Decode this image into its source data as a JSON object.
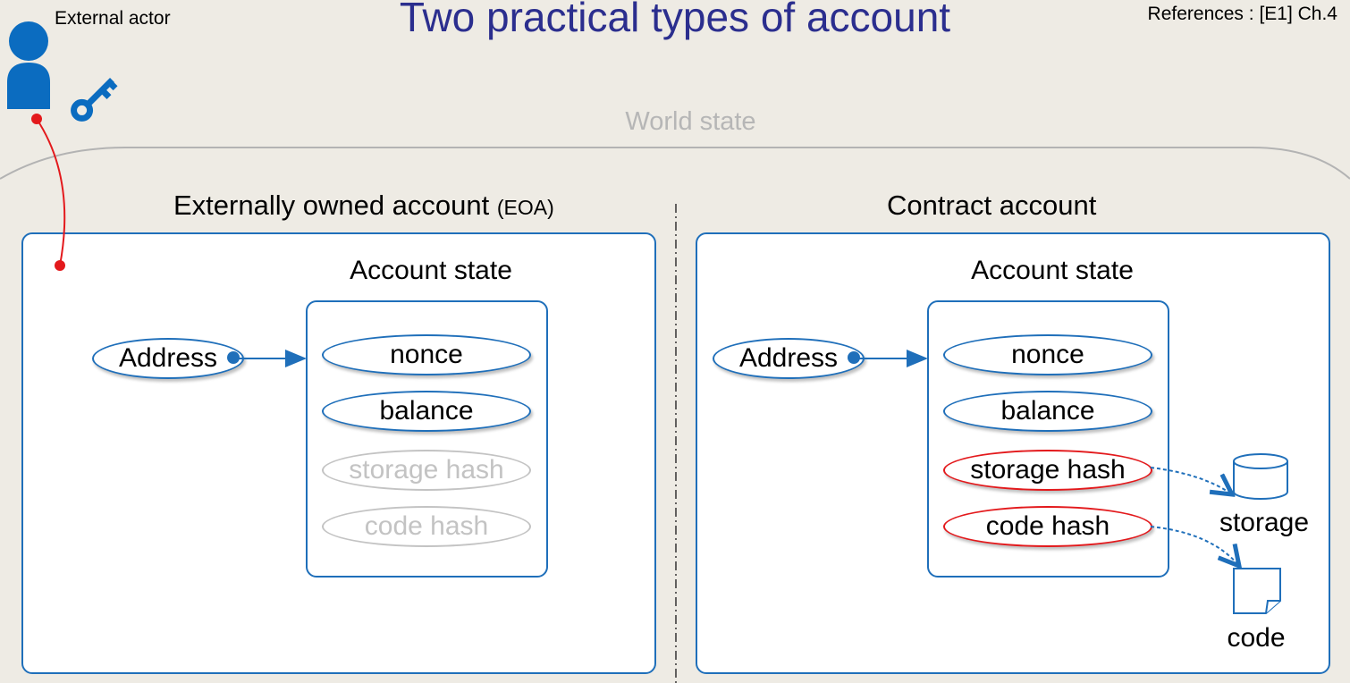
{
  "header": {
    "title": "Two practical types of account",
    "references": "References : [E1] Ch.4",
    "actor_label": "External actor",
    "world_label": "World state"
  },
  "eoa": {
    "title": "Externally owned account",
    "title_suffix": "(EOA)",
    "address_label": "Address",
    "state_title": "Account state",
    "fields": [
      "nonce",
      "balance",
      "storage hash",
      "code hash"
    ]
  },
  "contract": {
    "title": "Contract account",
    "address_label": "Address",
    "state_title": "Account state",
    "fields": [
      "nonce",
      "balance",
      "storage hash",
      "code hash"
    ],
    "storage_label": "storage",
    "code_label": "code"
  },
  "colors": {
    "title": "#2b2e8e",
    "blue": "#1f6fba",
    "red": "#e3191c",
    "muted": "#c3c3c3",
    "background": "#eeebe4"
  },
  "icons": [
    "person-icon",
    "key-icon",
    "database-icon",
    "document-icon"
  ]
}
